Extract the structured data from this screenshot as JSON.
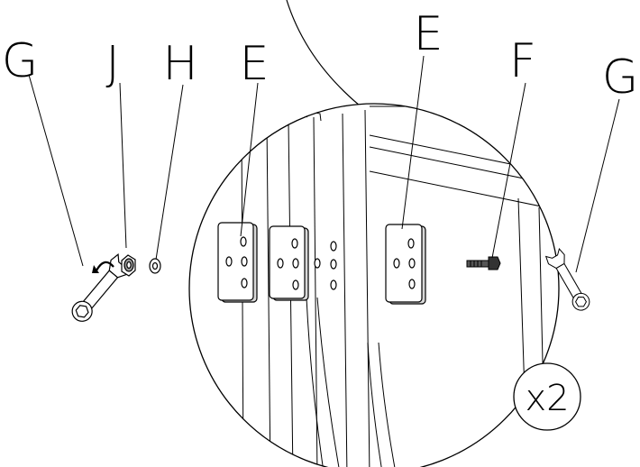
{
  "labels": {
    "g_left": "G",
    "j": "J",
    "h": "H",
    "e_left": "E",
    "e_right": "E",
    "f": "F",
    "g_right": "G"
  },
  "multiplier": "x2",
  "parts": {
    "g": "wrench-icon",
    "j": "nut-icon",
    "h": "washer-icon",
    "e": "bracket-plate",
    "f": "bolt-icon"
  },
  "colors": {
    "line": "#000000",
    "background": "#ffffff",
    "part_fill": "#d8d8d8"
  }
}
